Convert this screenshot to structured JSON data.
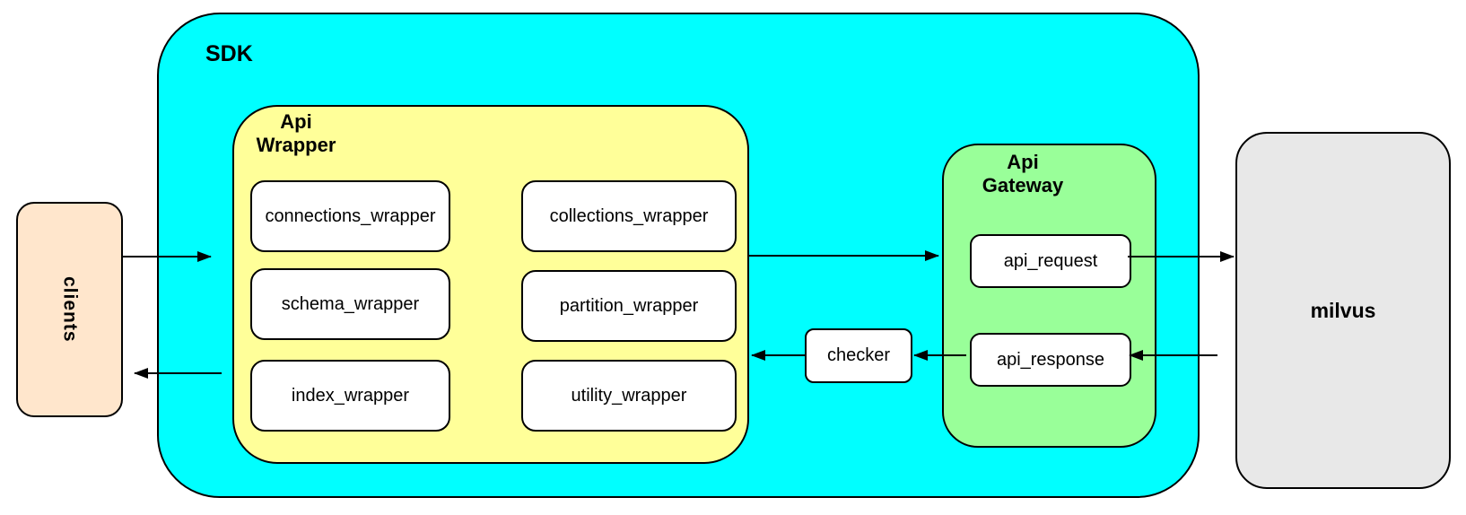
{
  "diagram": {
    "nodes": {
      "clients": {
        "label": "clients",
        "fill": "#FFE6CC"
      },
      "sdk": {
        "label": "SDK",
        "fill": "#00FFFF"
      },
      "api_wrapper": {
        "label_line1": "Api",
        "label_line2": "Wrapper",
        "fill": "#FFFF99",
        "boxes": [
          {
            "label": "connections_wrapper"
          },
          {
            "label": "collections_wrapper"
          },
          {
            "label": "schema_wrapper"
          },
          {
            "label": "partition_wrapper"
          },
          {
            "label": "index_wrapper"
          },
          {
            "label": "utility_wrapper"
          }
        ]
      },
      "checker": {
        "label": "checker",
        "fill": "#FFFFFF"
      },
      "api_gateway": {
        "label_line1": "Api",
        "label_line2": "Gateway",
        "fill": "#99FF99",
        "boxes": [
          {
            "label": "api_request"
          },
          {
            "label": "api_response"
          }
        ]
      },
      "milvus": {
        "label": "milvus",
        "fill": "#E8E8E8"
      }
    },
    "connections": [
      {
        "from": "clients",
        "to": "api_wrapper"
      },
      {
        "from": "api_wrapper",
        "to": "clients"
      },
      {
        "from": "api_wrapper",
        "to": "api_gateway"
      },
      {
        "from": "api_request",
        "to": "milvus"
      },
      {
        "from": "milvus",
        "to": "api_response"
      },
      {
        "from": "api_response",
        "to": "checker"
      },
      {
        "from": "checker",
        "to": "api_wrapper"
      }
    ],
    "colors": {
      "stroke": "#000000",
      "text": "#000000",
      "background": "#FFFFFF"
    }
  }
}
